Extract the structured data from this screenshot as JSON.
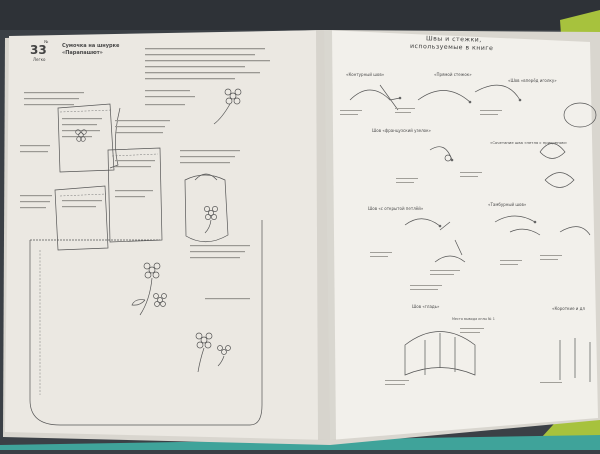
{
  "left_page": {
    "pattern_number": "33",
    "pattern_label": "№",
    "level_label": "Легко",
    "title_line1": "Сумочка на шнурке",
    "title_line2": "«Парапашют»"
  },
  "right_page": {
    "heading_line1": "Швы и стежки,",
    "heading_line2": "используемые в книге",
    "stitch_labels": [
      "«Контурный шов»",
      "«Прямой стежок»",
      "«Шов «вперёд иголку»",
      "Шов «французский узелок»",
      "«Сочетание шва «петля с прикрепом»",
      "Шов «с открытой петлёй»",
      "«Тамбурный шов»",
      "Шов «гладь»",
      "«Короткие и дл"
    ],
    "needle_note": "Место вывода иглы № 1"
  },
  "colors": {
    "paper": "#f1efea",
    "ink": "#3d3d3d",
    "table": "#3a3f45",
    "green_cover": "#a7c23d",
    "teal_strip": "#3fa39a"
  }
}
